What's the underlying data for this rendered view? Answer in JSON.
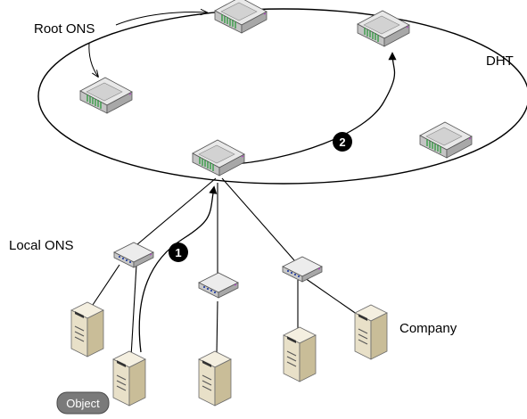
{
  "labels": {
    "root_ons": "Root ONS",
    "dht": "DHT",
    "local_ons": "Local ONS",
    "company": "Company",
    "object": "Object"
  },
  "steps": {
    "step1": "1",
    "step2": "2"
  },
  "colors": {
    "device_body": "#bdbdbd",
    "device_top": "#e6e6e6",
    "device_accent": "#2e9a3c",
    "server_body": "#e9e2cf",
    "server_side": "#c7bb98",
    "badge_fill": "#000000",
    "object_fill": "#777777"
  }
}
